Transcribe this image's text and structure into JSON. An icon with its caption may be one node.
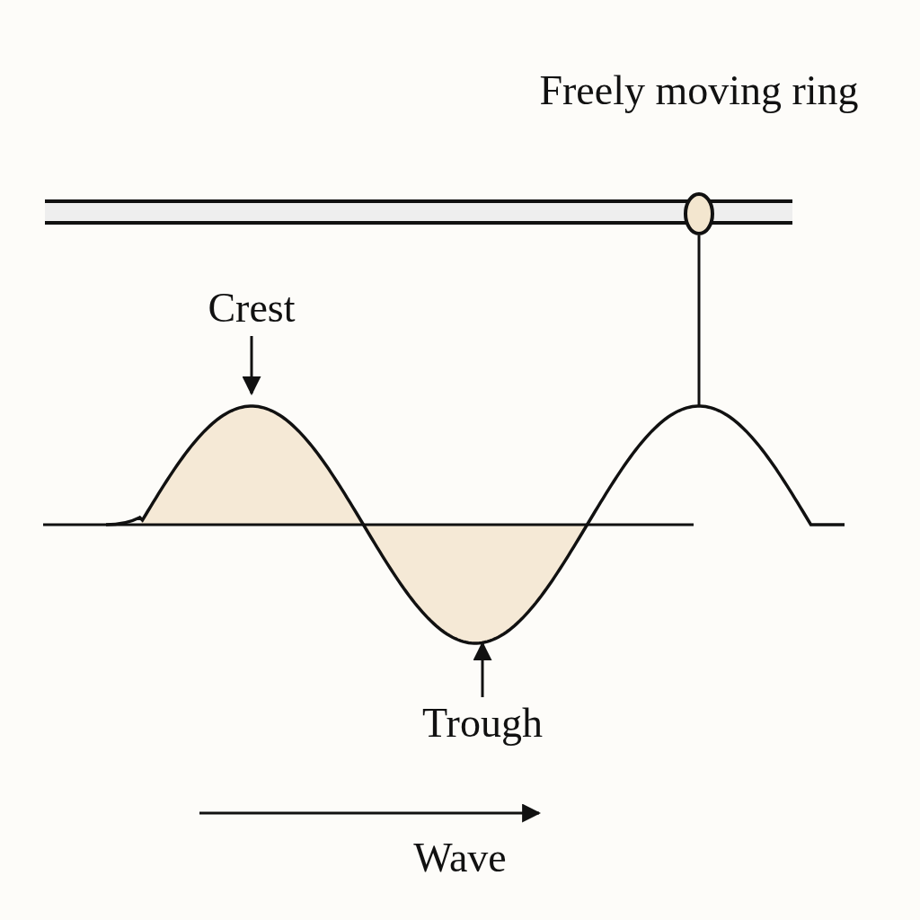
{
  "diagram": {
    "nodes": [
      {
        "text": [
          "Crest"
        ]
      },
      {
        "text": [
          "Trough"
        ]
      }
    ],
    "edges": [
      {
        "from": 0,
        "to": null,
        "arrow": "to"
      },
      {
        "from": 1,
        "to": null,
        "arrow": "to"
      }
    ],
    "labels": [
      "Freely moving ring",
      "Wave"
    ]
  }
}
